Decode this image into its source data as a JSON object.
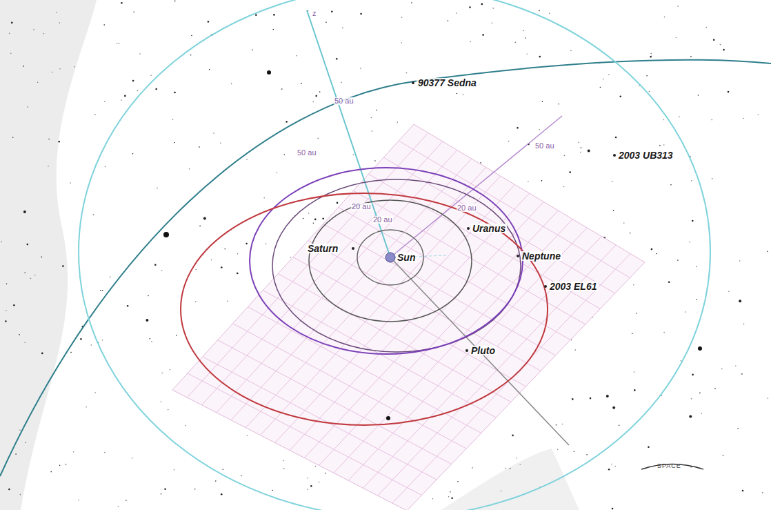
{
  "diagram": {
    "labels": [
      "90377 Sedna",
      "2003 UB313",
      "Uranus",
      "Saturn",
      "Sun",
      "Neptune",
      "2003 EL61",
      "Pluto",
      "z",
      "50 au",
      "50 au",
      "50 au",
      "20 au",
      "20 au",
      "20 au",
      "SPACE"
    ]
  }
}
